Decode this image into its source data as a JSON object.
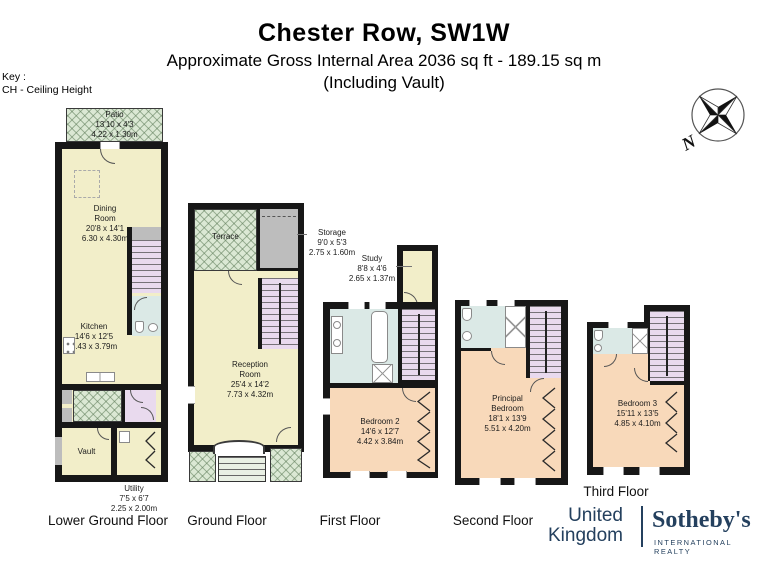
{
  "header": {
    "title": "Chester Row, SW1W",
    "subtitle": "Approximate Gross Internal Area 2036 sq ft - 189.15 sq m",
    "including": "(Including Vault)"
  },
  "key": {
    "title": "Key :",
    "entry": "CH - Ceiling Height"
  },
  "compass": {
    "north": "N"
  },
  "floors": {
    "lowerGround": {
      "label": "Lower Ground Floor",
      "patio": {
        "name": "Patio",
        "ft": "13'10 x 4'3",
        "m": "4.22 x 1.30m"
      },
      "dining": {
        "name": "Dining\nRoom",
        "ft": "20'8 x 14'1",
        "m": "6.30 x 4.30m"
      },
      "kitchen": {
        "name": "Kitchen",
        "ft": "14'6 x 12'5",
        "m": "4.43 x 3.79m"
      },
      "vault": {
        "name": "Vault"
      },
      "utility": {
        "name": "Utility",
        "ft": "7'5 x 6'7",
        "m": "2.25 x 2.00m"
      }
    },
    "ground": {
      "label": "Ground Floor",
      "terrace": {
        "name": "Terrace"
      },
      "storage": {
        "name": "Storage",
        "ft": "9'0 x 5'3",
        "m": "2.75 x 1.60m"
      },
      "reception": {
        "name": "Reception\nRoom",
        "ft": "25'4 x 14'2",
        "m": "7.73 x 4.32m"
      }
    },
    "first": {
      "label": "First Floor",
      "study": {
        "name": "Study",
        "ft": "8'8 x 4'6",
        "m": "2.65 x 1.37m"
      },
      "bedroom2": {
        "name": "Bedroom 2",
        "ft": "14'6 x 12'7",
        "m": "4.42 x 3.84m"
      }
    },
    "second": {
      "label": "Second Floor",
      "principal": {
        "name": "Principal\nBedroom",
        "ft": "18'1 x 13'9",
        "m": "5.51 x 4.20m"
      }
    },
    "third": {
      "label": "Third Floor",
      "bedroom3": {
        "name": "Bedroom 3",
        "ft": "15'11 x 13'5",
        "m": "4.85 x 4.10m"
      }
    }
  },
  "logo": {
    "region1": "United",
    "region2": "Kingdom",
    "brand": "Sotheby's",
    "tagline": "INTERNATIONAL REALTY"
  },
  "colors": {
    "wall": "#171717",
    "room_cream": "#f2eec9",
    "room_peach": "#f8d9ba",
    "room_blue": "#dbe9e6",
    "stairs_lavender": "#e9daee",
    "outdoor_green": "#dbe8d4",
    "storage_gray": "#bdbdbd",
    "brand_navy": "#24405e"
  }
}
